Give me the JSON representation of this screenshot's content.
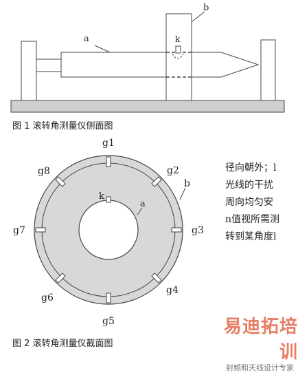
{
  "figure1": {
    "caption": "图 1 滚转角测量仪侧面图",
    "labels": {
      "a": "a",
      "b": "b",
      "k": "k"
    }
  },
  "figure2": {
    "caption": "图 2 滚转角测量仪截面图",
    "labels": {
      "a": "a",
      "b": "b",
      "k": "k",
      "g1": "g1",
      "g2": "g2",
      "g3": "g3",
      "g4": "g4",
      "g5": "g5",
      "g6": "g6",
      "g7": "g7",
      "g8": "g8"
    }
  },
  "side_text": [
    "径向朝外；l",
    "光线的干扰",
    "周向均匀安",
    "n值视所需测",
    "转到某角度l"
  ],
  "watermark": {
    "main": "易迪拓培训",
    "sub": "射频和天线设计专家"
  },
  "colors": {
    "ring": "#d8d8d8",
    "base": "#cfcfcf",
    "stroke": "#444444"
  }
}
